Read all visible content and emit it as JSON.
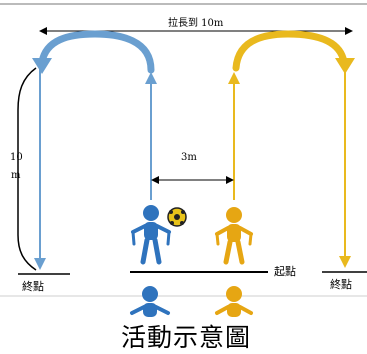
{
  "labels": {
    "extend": "拉長到 10m",
    "distance_vertical_1": "10",
    "distance_vertical_2": "m",
    "gap": "3m",
    "start": "起點",
    "end_left": "終點",
    "end_right": "終點",
    "caption": "活動示意圖"
  },
  "colors": {
    "blue": "#6a9fd0",
    "blue_figure": "#2f73bd",
    "yellow": "#e9b91e",
    "yellow_figure": "#e6a613",
    "ball": "#e8c31a",
    "line": "#000000"
  },
  "icons": [
    "person-icon",
    "ball-icon",
    "arrow-icon"
  ]
}
